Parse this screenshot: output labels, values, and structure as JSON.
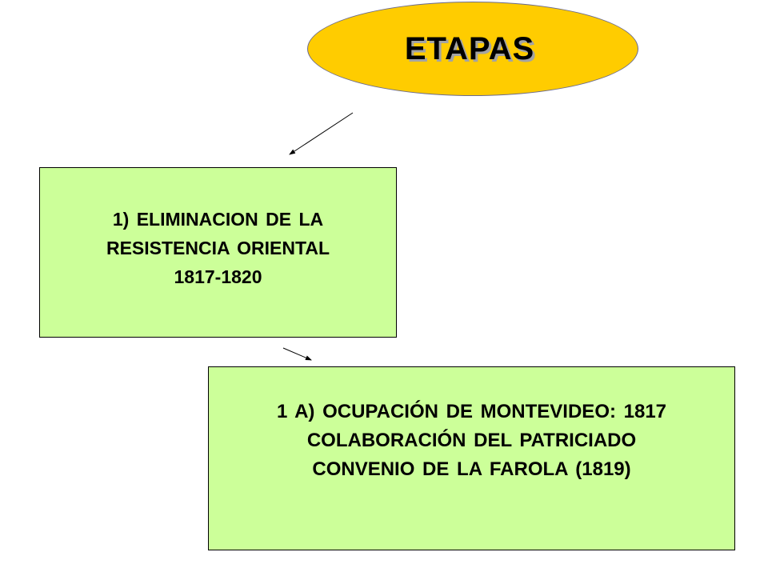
{
  "title": "ETAPAS",
  "colors": {
    "title_fill": "#ffcc00",
    "box_fill": "#ccff99"
  },
  "boxes": [
    {
      "lines": [
        "1) ELIMINACION DE LA",
        "RESISTENCIA ORIENTAL",
        "1817-1820"
      ]
    },
    {
      "lines": [
        "1 A) OCUPACIÓN DE MONTEVIDEO: 1817",
        "COLABORACIÓN DEL PATRICIADO",
        "CONVENIO DE LA FAROLA (1819)"
      ]
    }
  ]
}
